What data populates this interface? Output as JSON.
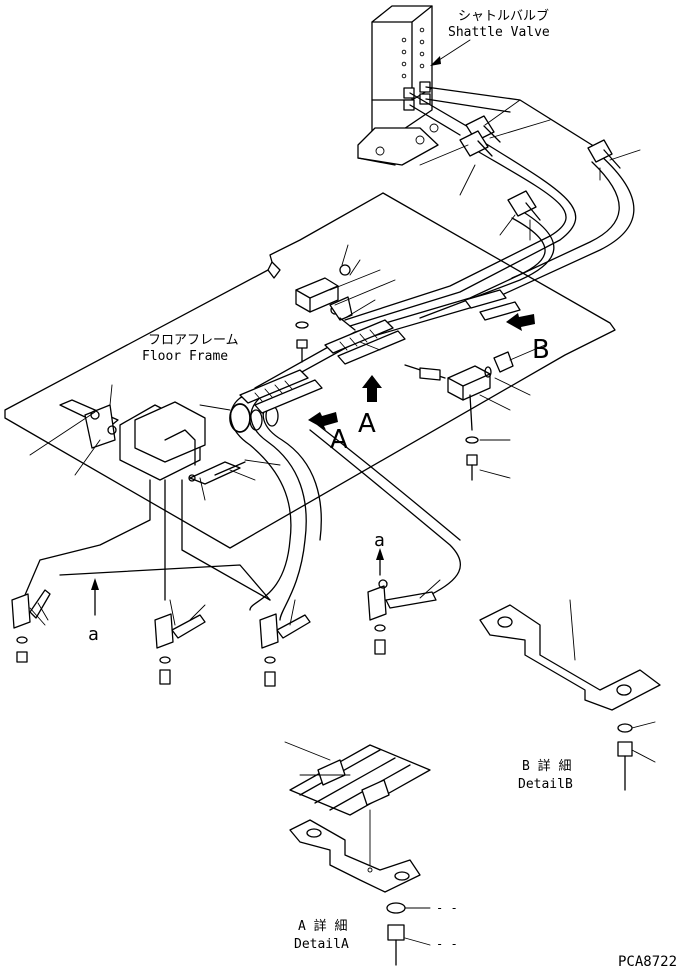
{
  "labels": {
    "shuttle_valve_jp": "シャトルバルブ",
    "shuttle_valve_en": "Shattle Valve",
    "floor_frame_jp": "フロアフレーム",
    "floor_frame_en": "Floor Frame",
    "arrow_a_1": "A",
    "arrow_a_2": "A",
    "arrow_b": "B",
    "point_a_lower": "a",
    "point_a_upper": "a",
    "detail_b_jp": "B 詳 細",
    "detail_b_en": "DetailB",
    "detail_a_jp": "A 詳 細",
    "detail_a_en": "DetailA",
    "dash_1": "- -",
    "dash_2": "- -",
    "drawing_number": "PCA8722"
  }
}
